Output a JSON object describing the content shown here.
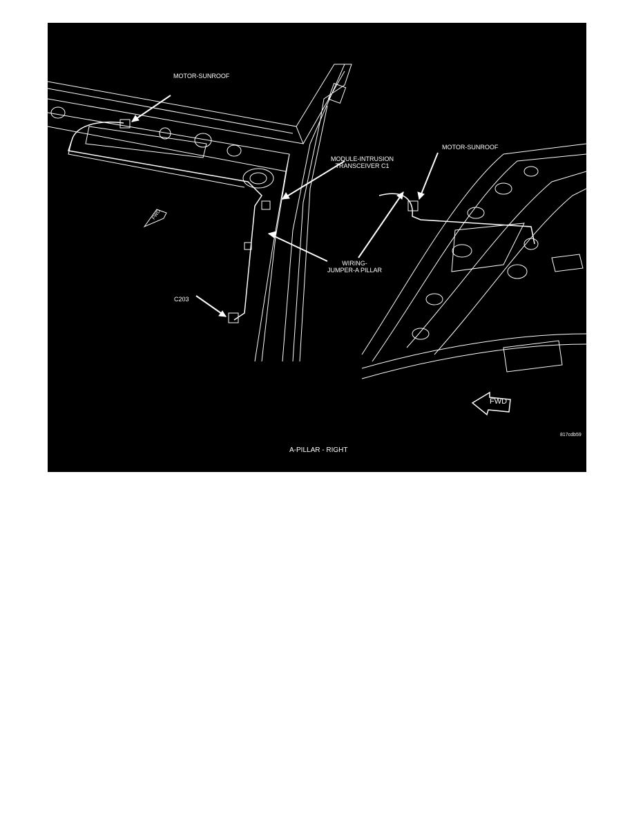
{
  "figure": {
    "labels": {
      "motor_sunroof_left": "MOTOR-SUNROOF",
      "module_line1": "MODULE-INTRUSION",
      "module_line2": "TRANSCEIVER C1",
      "motor_sunroof_right": "MOTOR-SUNROOF",
      "wiring_line1": "WIRING-",
      "wiring_line2": "JUMPER-A PILLAR",
      "c203": "C203",
      "fwd_left": "FWD",
      "fwd_right": "FWD"
    },
    "code": "817cdb59",
    "caption": "A-PILLAR - RIGHT"
  }
}
